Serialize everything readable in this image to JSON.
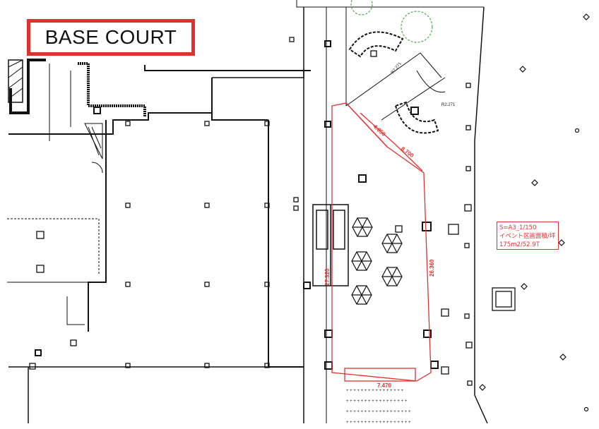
{
  "title": "BASE COURT",
  "scale_note": {
    "line1": "S=A3_1/150",
    "line2": "イベント区画面積/坪",
    "line3": "175m2/52.9T"
  },
  "dimensions": {
    "d1": "4.050",
    "d2": "8.700",
    "d3": "27.320",
    "d4": "26.360",
    "d5": "7.470"
  },
  "radius_labels": {
    "r1": "R2.271",
    "r2": "R2.271"
  },
  "colors": {
    "accent": "#e0312e",
    "line": "#111111",
    "tree": "#4caf50"
  }
}
